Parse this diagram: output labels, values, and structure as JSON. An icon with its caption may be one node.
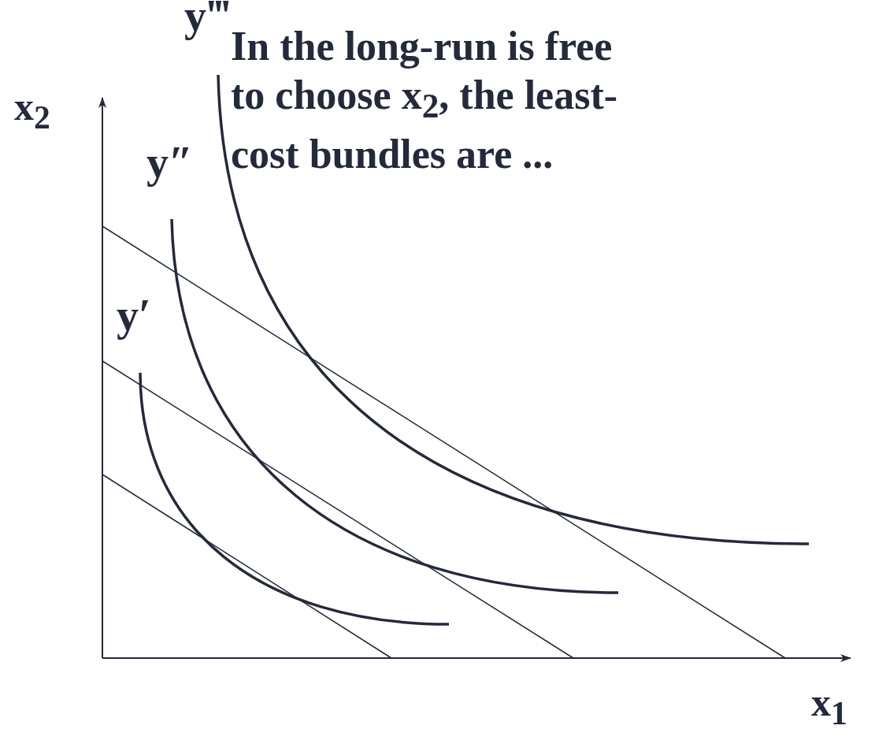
{
  "diagram": {
    "title": "In the long-run is free to choose x$_{2}$, the least-cost bundles are ...",
    "labels": [
      "y‴",
      "x$_{2}$",
      "y″",
      "y′",
      "x$_{1}$"
    ]
  }
}
